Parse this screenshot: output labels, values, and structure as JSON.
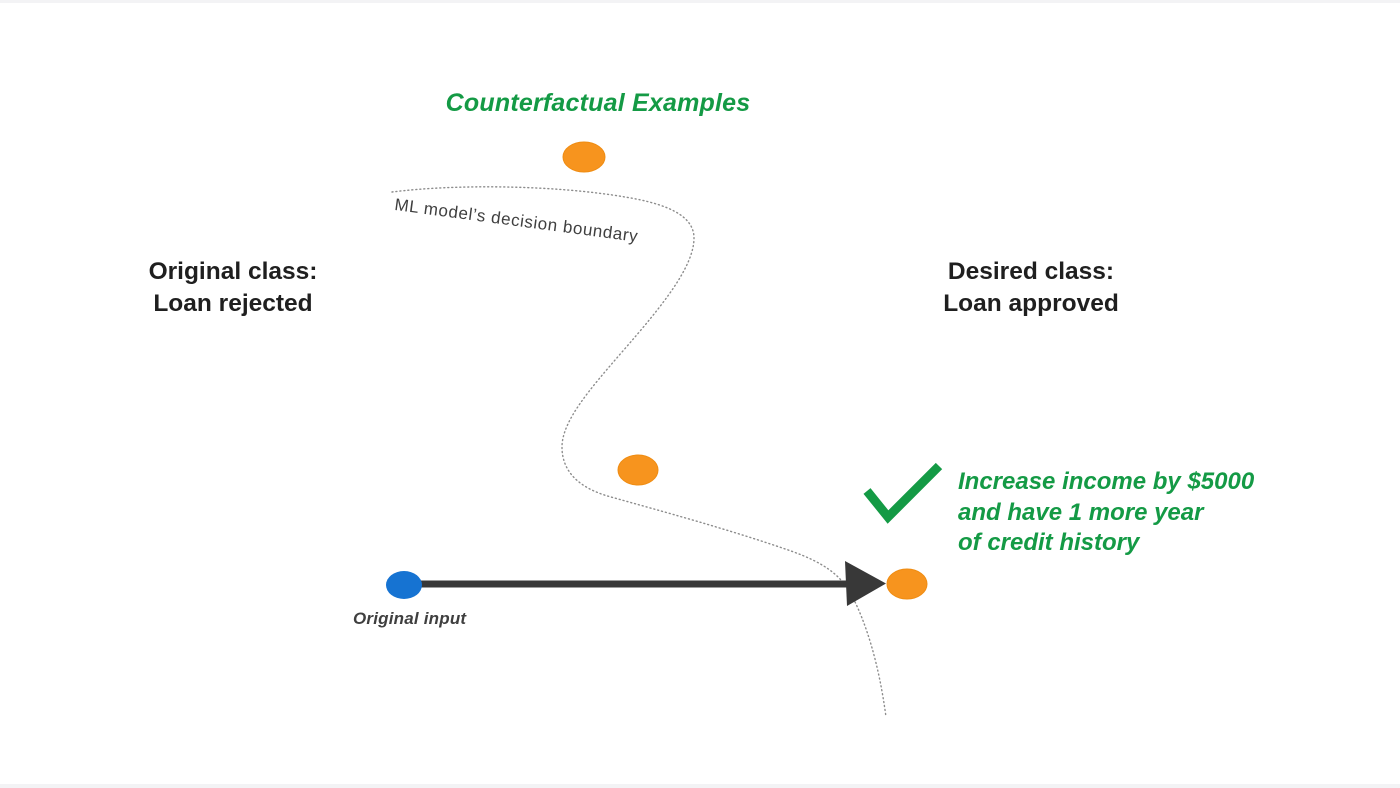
{
  "diagram": {
    "title": "Counterfactual Examples",
    "boundary_label": "ML model’s decision boundary",
    "original_class": "Original class:\nLoan rejected",
    "desired_class": "Desired class:\nLoan approved",
    "annotation": "Increase income by $5000\nand have 1 more year\nof credit history",
    "original_input_label": "Original input",
    "elements": {
      "counterfactual_dots": 3,
      "original_input_dot": 1,
      "arrow": "original input to accepted counterfactual",
      "checkmark": "valid counterfactual indicator"
    }
  },
  "colors": {
    "green": "#149a45",
    "orange": "#f7941e",
    "blue": "#1673d2",
    "dark_arrow": "#383838",
    "text_black": "#1f1f1f",
    "gray_text": "#3f3f3f",
    "curve_gray": "#8c8c8c"
  }
}
